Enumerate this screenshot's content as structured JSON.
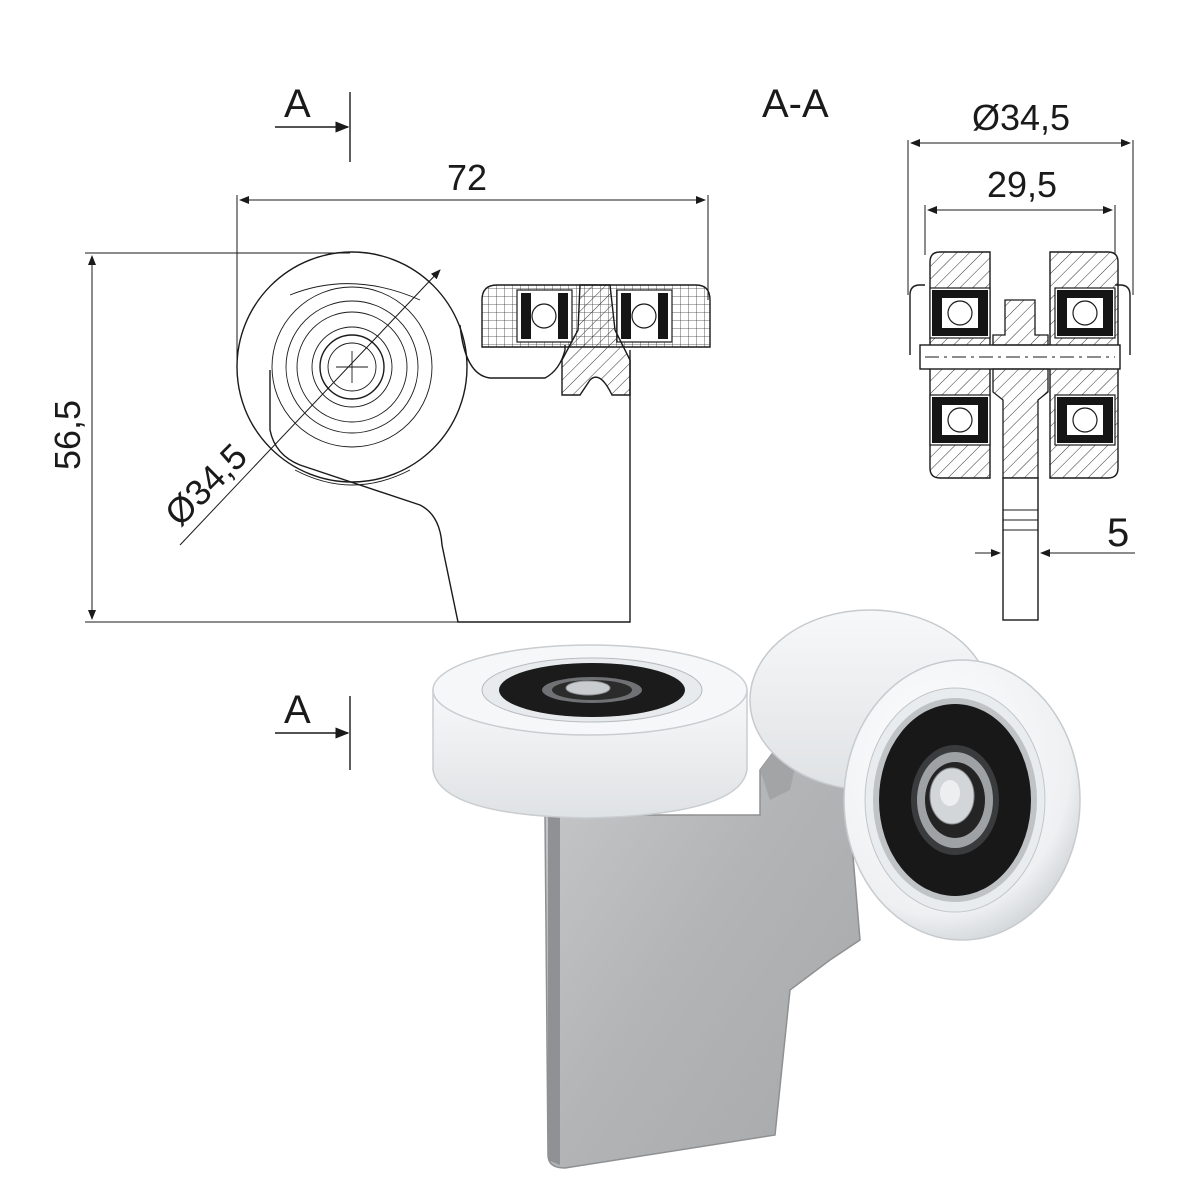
{
  "section_marks": {
    "top": "A",
    "bottom": "A",
    "view_title": "A-A"
  },
  "side_view": {
    "width_label": "72",
    "height_label": "56,5",
    "diameter_label": "Ø34,5"
  },
  "section_view": {
    "outer_diameter_label": "Ø34,5",
    "inner_width_label": "29,5",
    "plate_thickness_label": "5"
  },
  "colors": {
    "line": "#1a1a1a",
    "roller": "#f4f5f6",
    "bearing": "#151515",
    "bracket": "#b4b6b8"
  }
}
